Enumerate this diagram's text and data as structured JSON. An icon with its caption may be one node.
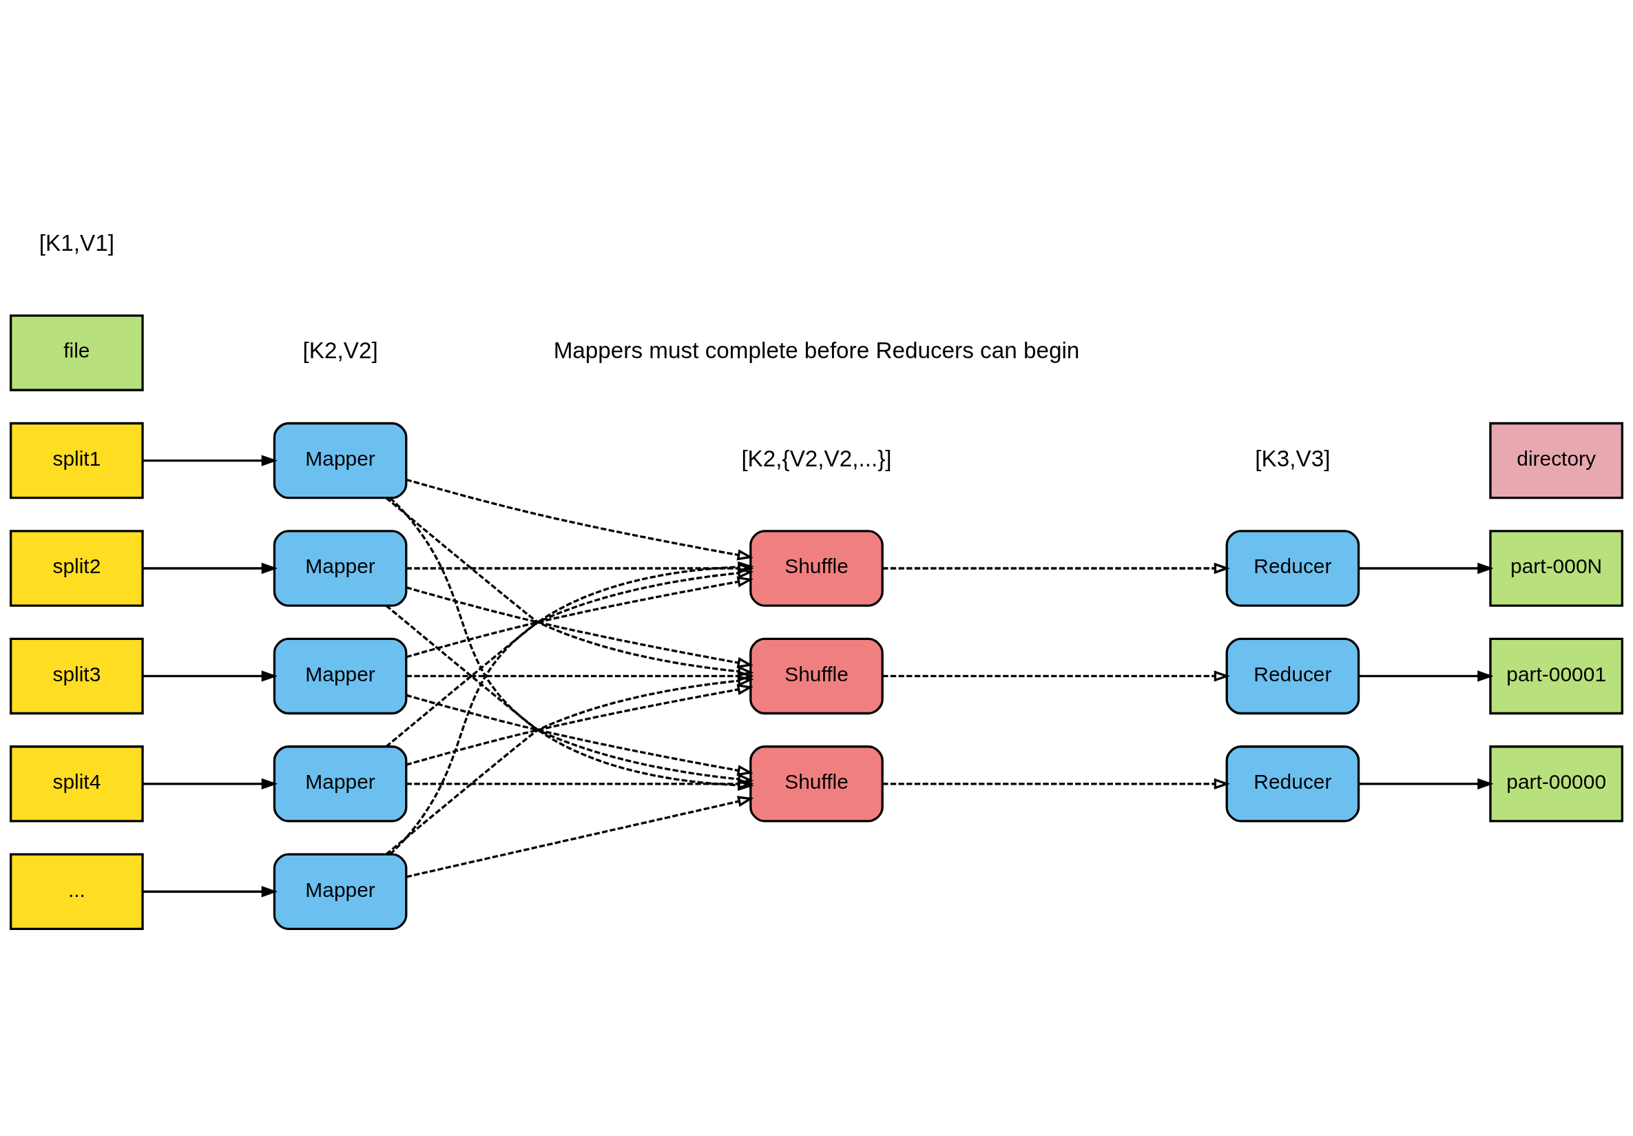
{
  "diagram": {
    "nodes": [
      {
        "text": [
          "Mapper"
        ]
      },
      {
        "text": [
          "Mapper"
        ]
      },
      {
        "text": [
          "Mapper"
        ]
      },
      {
        "text": [
          "Mapper"
        ]
      },
      {
        "text": [
          "Mapper"
        ]
      },
      {
        "text": [
          "Shuffle"
        ]
      },
      {
        "text": [
          "Shuffle"
        ]
      },
      {
        "text": [
          "Shuffle"
        ]
      },
      {
        "text": [
          "Reducer"
        ]
      },
      {
        "text": [
          "Reducer"
        ]
      },
      {
        "text": [
          "Reducer"
        ]
      },
      {
        "text": [
          "split1"
        ]
      },
      {
        "text": [
          "split2"
        ]
      },
      {
        "text": [
          "split3"
        ]
      },
      {
        "text": [
          "split4"
        ]
      },
      {
        "text": [
          "..."
        ]
      },
      {
        "text": [
          "file"
        ]
      },
      {
        "text": [
          "part-00000"
        ]
      },
      {
        "text": [
          "part-00001"
        ]
      },
      {
        "text": [
          "part-000N"
        ]
      },
      {
        "text": [
          "directory"
        ]
      }
    ],
    "edges": [
      {
        "from": 11,
        "to": 0,
        "arrow": "to"
      },
      {
        "from": 12,
        "to": 1,
        "arrow": "to"
      },
      {
        "from": 13,
        "to": 2,
        "arrow": "to"
      },
      {
        "from": 14,
        "to": 3,
        "arrow": "to"
      },
      {
        "from": 15,
        "to": 4,
        "arrow": "to"
      },
      {
        "from": 0,
        "to": 5,
        "arrow": "to",
        "style": "dashed"
      },
      {
        "from": 0,
        "to": 6,
        "arrow": "to",
        "style": "dashed"
      },
      {
        "from": 0,
        "to": 7,
        "arrow": "to",
        "style": "dashed"
      },
      {
        "from": 1,
        "to": 5,
        "arrow": "to",
        "style": "dashed"
      },
      {
        "from": 1,
        "to": 6,
        "arrow": "to",
        "style": "dashed"
      },
      {
        "from": 1,
        "to": 7,
        "arrow": "to",
        "style": "dashed"
      },
      {
        "from": 2,
        "to": 5,
        "arrow": "to",
        "style": "dashed"
      },
      {
        "from": 2,
        "to": 6,
        "arrow": "to",
        "style": "dashed"
      },
      {
        "from": 2,
        "to": 7,
        "arrow": "to",
        "style": "dashed"
      },
      {
        "from": 3,
        "to": 5,
        "arrow": "to",
        "style": "dashed"
      },
      {
        "from": 3,
        "to": 6,
        "arrow": "to",
        "style": "dashed"
      },
      {
        "from": 3,
        "to": 7,
        "arrow": "to",
        "style": "dashed"
      },
      {
        "from": 4,
        "to": 5,
        "arrow": "to",
        "style": "dashed"
      },
      {
        "from": 4,
        "to": 6,
        "arrow": "to",
        "style": "dashed"
      },
      {
        "from": 4,
        "to": 7,
        "arrow": "to",
        "style": "dashed"
      },
      {
        "from": 5,
        "to": 8,
        "arrow": "to",
        "style": "dashed"
      },
      {
        "from": 6,
        "to": 9,
        "arrow": "to",
        "style": "dashed"
      },
      {
        "from": 7,
        "to": 10,
        "arrow": "to",
        "style": "dashed"
      },
      {
        "from": 8,
        "to": 19,
        "arrow": "to"
      },
      {
        "from": 9,
        "to": 18,
        "arrow": "to"
      },
      {
        "from": 10,
        "to": 17,
        "arrow": "to"
      }
    ],
    "labels": [
      "[K1,V1]",
      "[K2,V2]",
      "[K2,{V2,V2,...}]",
      "[K3,V3]",
      "Mappers must complete before Reducers can begin"
    ]
  }
}
